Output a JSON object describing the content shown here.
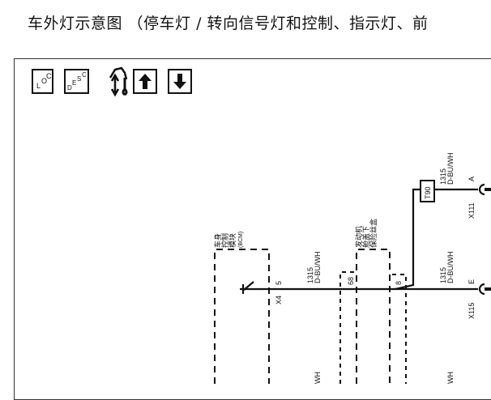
{
  "title": "车外灯示意图 （停车灯 / 转向信号灯和控制、指示灯、前",
  "toolbar": {
    "loc_button": {
      "letters": [
        "L",
        "O",
        "C"
      ]
    },
    "desc_button": {
      "letters": [
        "D",
        "E",
        "S",
        "C"
      ]
    },
    "icons": [
      "loc-icon",
      "desc-icon",
      "component-wrench-icon",
      "arrow-up-icon",
      "arrow-down-icon"
    ]
  },
  "diagram": {
    "bcm": {
      "lines": [
        "车身",
        "控制",
        "模块",
        "(BCM)"
      ],
      "pin": "5",
      "connector": "X4"
    },
    "fuse_box": {
      "lines": [
        "发动机",
        "舱盖下",
        "保险丝盒"
      ],
      "pin_left": "68",
      "pin_right": "8"
    },
    "wire_main": {
      "circuit": "1315",
      "color": "D-BU/WH"
    },
    "splice": "T90",
    "wire_upper": {
      "circuit": "1315",
      "color": "D-BU/WH"
    },
    "wire_lower": {
      "circuit": "1315",
      "color": "D-BU/WH"
    },
    "connector_upper": {
      "pin": "A",
      "name": "X111"
    },
    "connector_lower": {
      "pin": "E",
      "name": "X115"
    },
    "bottom_labels": [
      "WH",
      "WH"
    ]
  }
}
